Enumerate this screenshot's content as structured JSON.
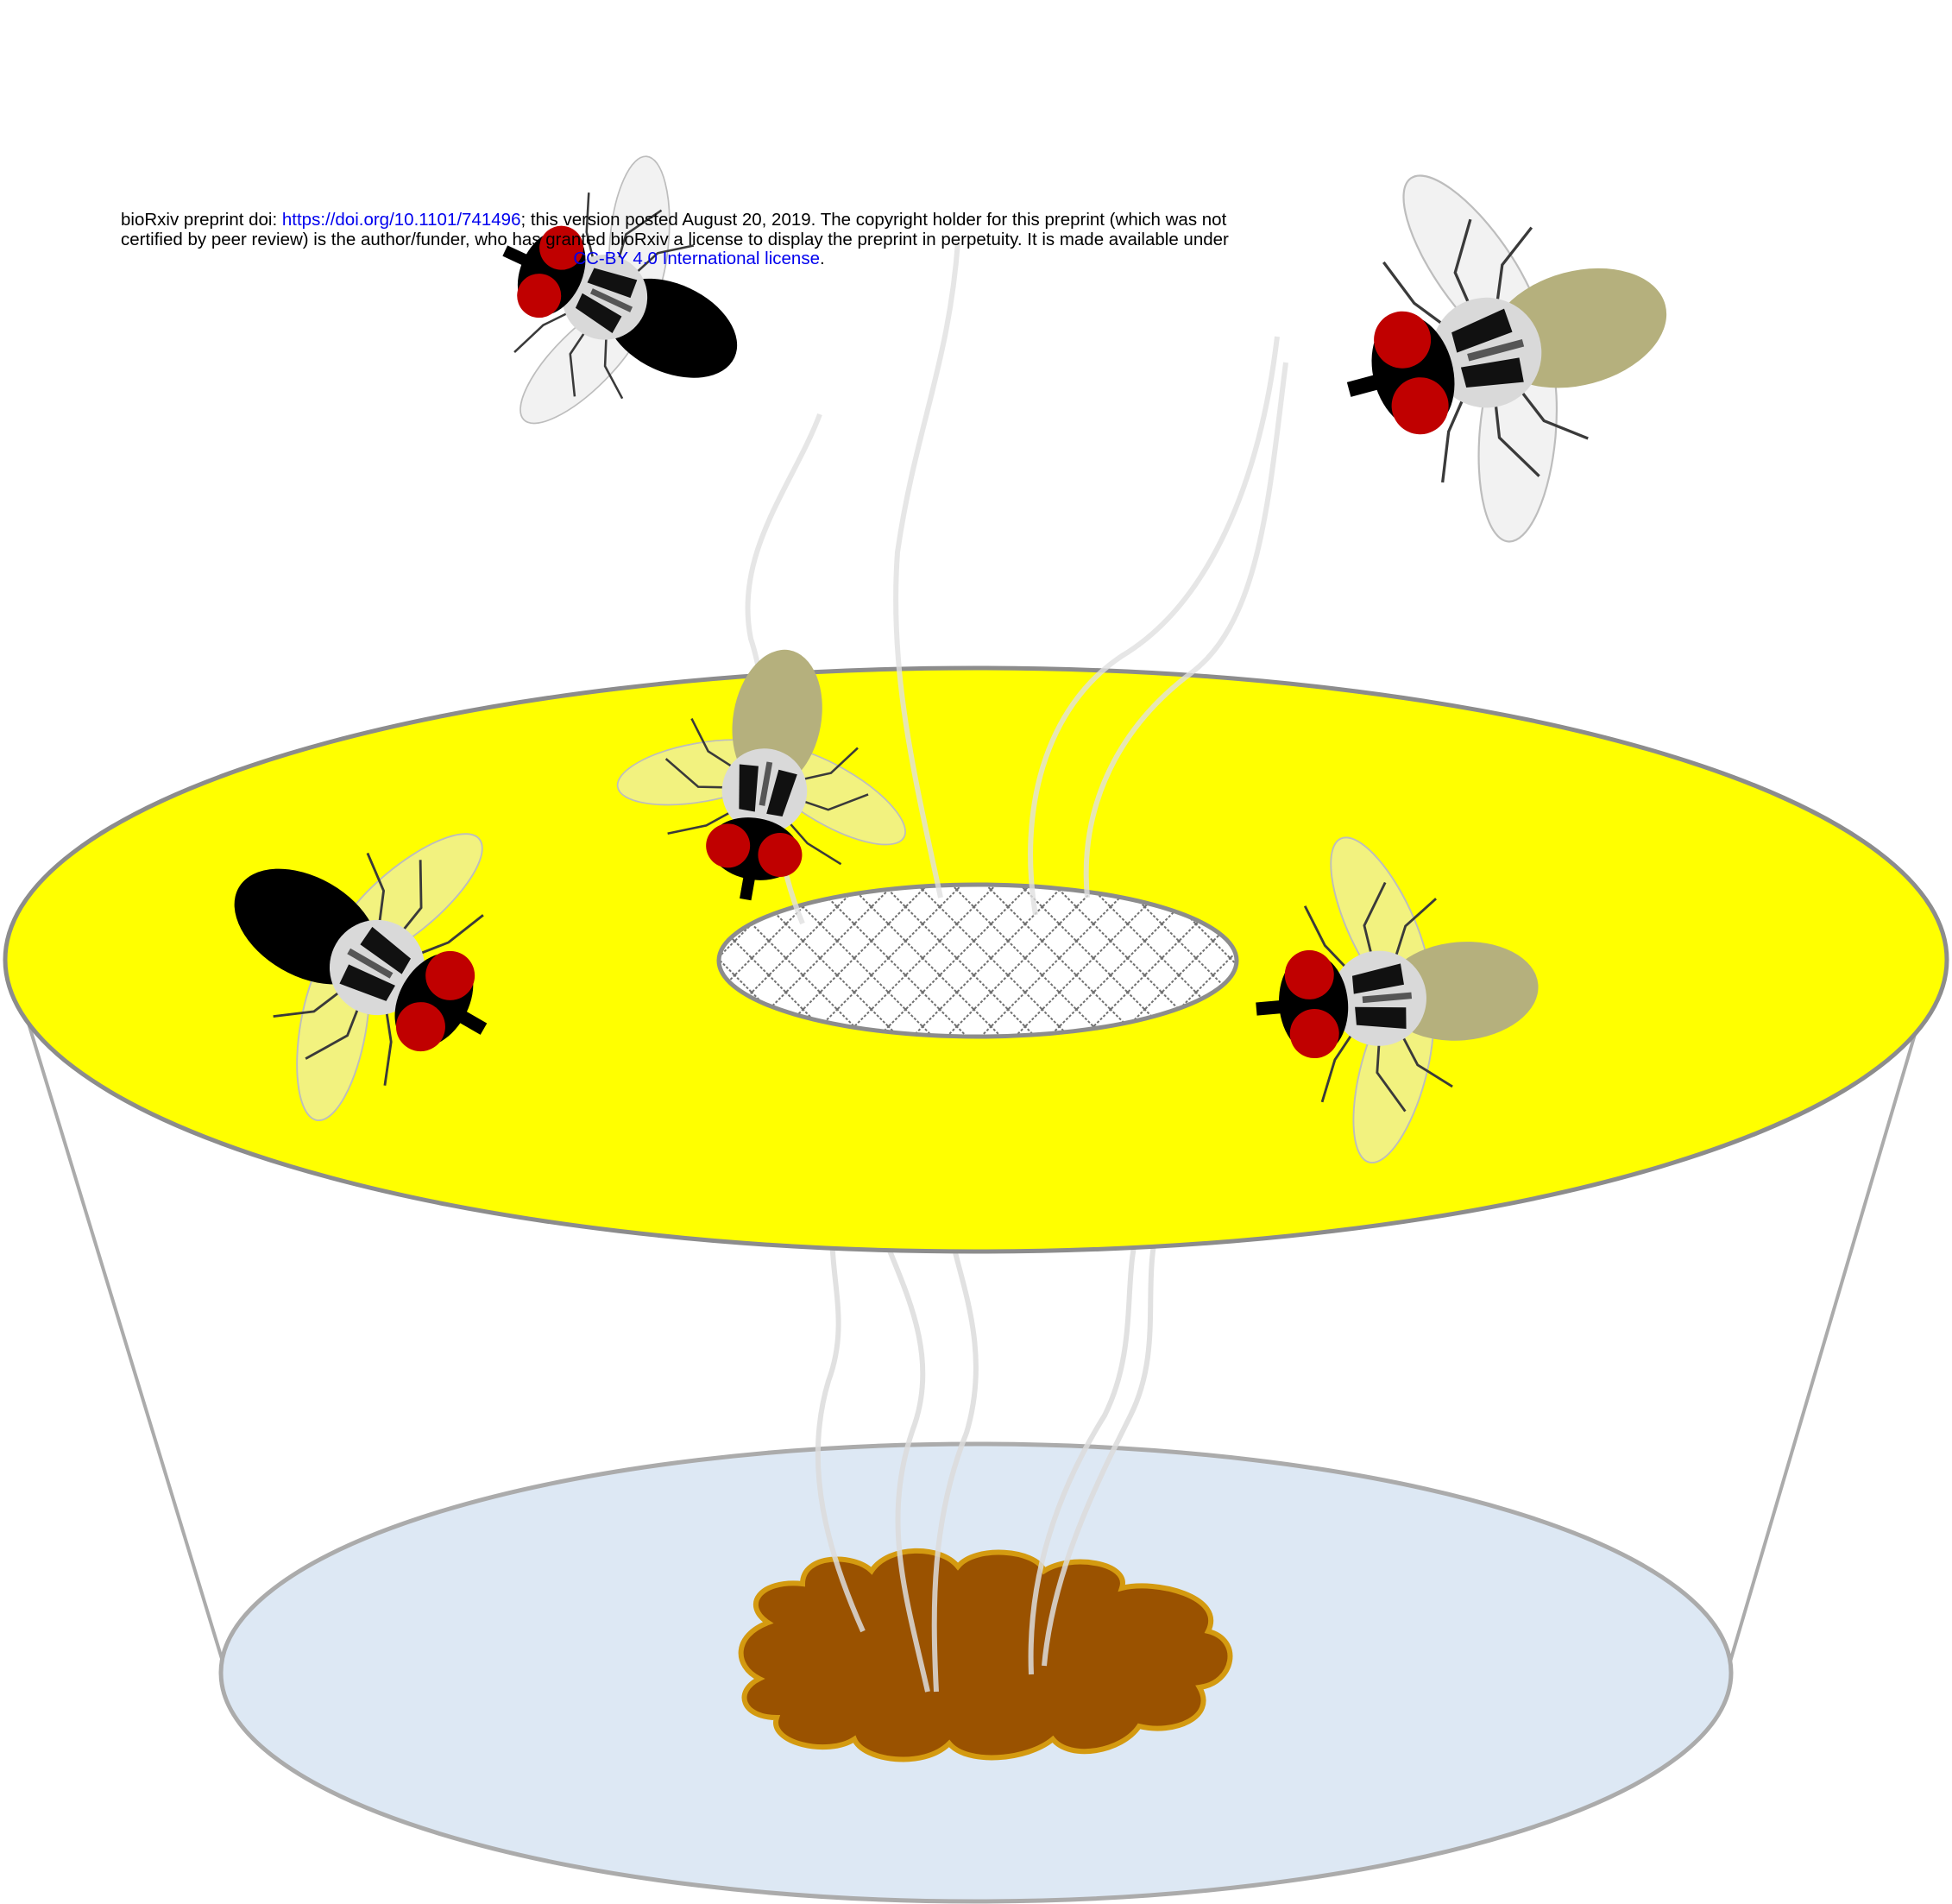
{
  "header": {
    "prefix": "bioRxiv preprint doi: ",
    "doi_link": "https://doi.org/10.1101/741496",
    "line1_rest": "; this version posted August 20, 2019. The copyright holder for this preprint (which was not",
    "line2": "certified by peer review) is the author/funder, who has granted bioRxiv a license to display the preprint in perpetuity. It is made available under",
    "license_link": "CC-BY 4.0 International license",
    "suffix": "."
  },
  "colors": {
    "trap_top": "#ffff00",
    "outline": "#8c8c8c",
    "bait_fill": "#9a5200",
    "bait_edge": "#d49a10",
    "water": "#dde8f4",
    "fly_eye": "#c00000",
    "fly_body": "#000000",
    "fly_abdomen_tan": "#b5b07d",
    "wing": "#e6e6e6",
    "odor_plume": "#dcdcdc",
    "link": "#0000ee"
  },
  "scene": {
    "objects": [
      "trap-container",
      "yellow-trap-lid",
      "mesh-entrance",
      "water-reservoir",
      "bait-mass",
      "odor-plumes",
      "flies"
    ],
    "fly_count": 5
  }
}
